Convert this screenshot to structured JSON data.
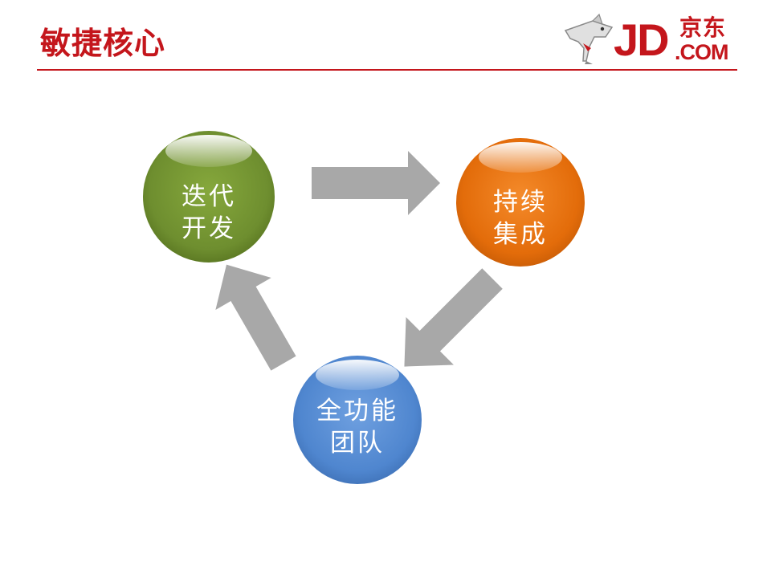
{
  "header": {
    "title": "敏捷核心",
    "logo": {
      "brand": "JD",
      "chinese": "京东",
      "domain": ".COM"
    }
  },
  "colors": {
    "brand": "#c4161c",
    "arrow": "#a8a8a8",
    "node_green": "#6e8e2f",
    "node_orange": "#e36c0a",
    "node_blue": "#4f86cf"
  },
  "nodes": [
    {
      "id": "iterative-development",
      "line1": "迭代",
      "line2": "开发"
    },
    {
      "id": "continuous-integration",
      "line1": "持续",
      "line2": "集成"
    },
    {
      "id": "cross-functional-team",
      "line1": "全功能",
      "line2": "团队"
    }
  ]
}
